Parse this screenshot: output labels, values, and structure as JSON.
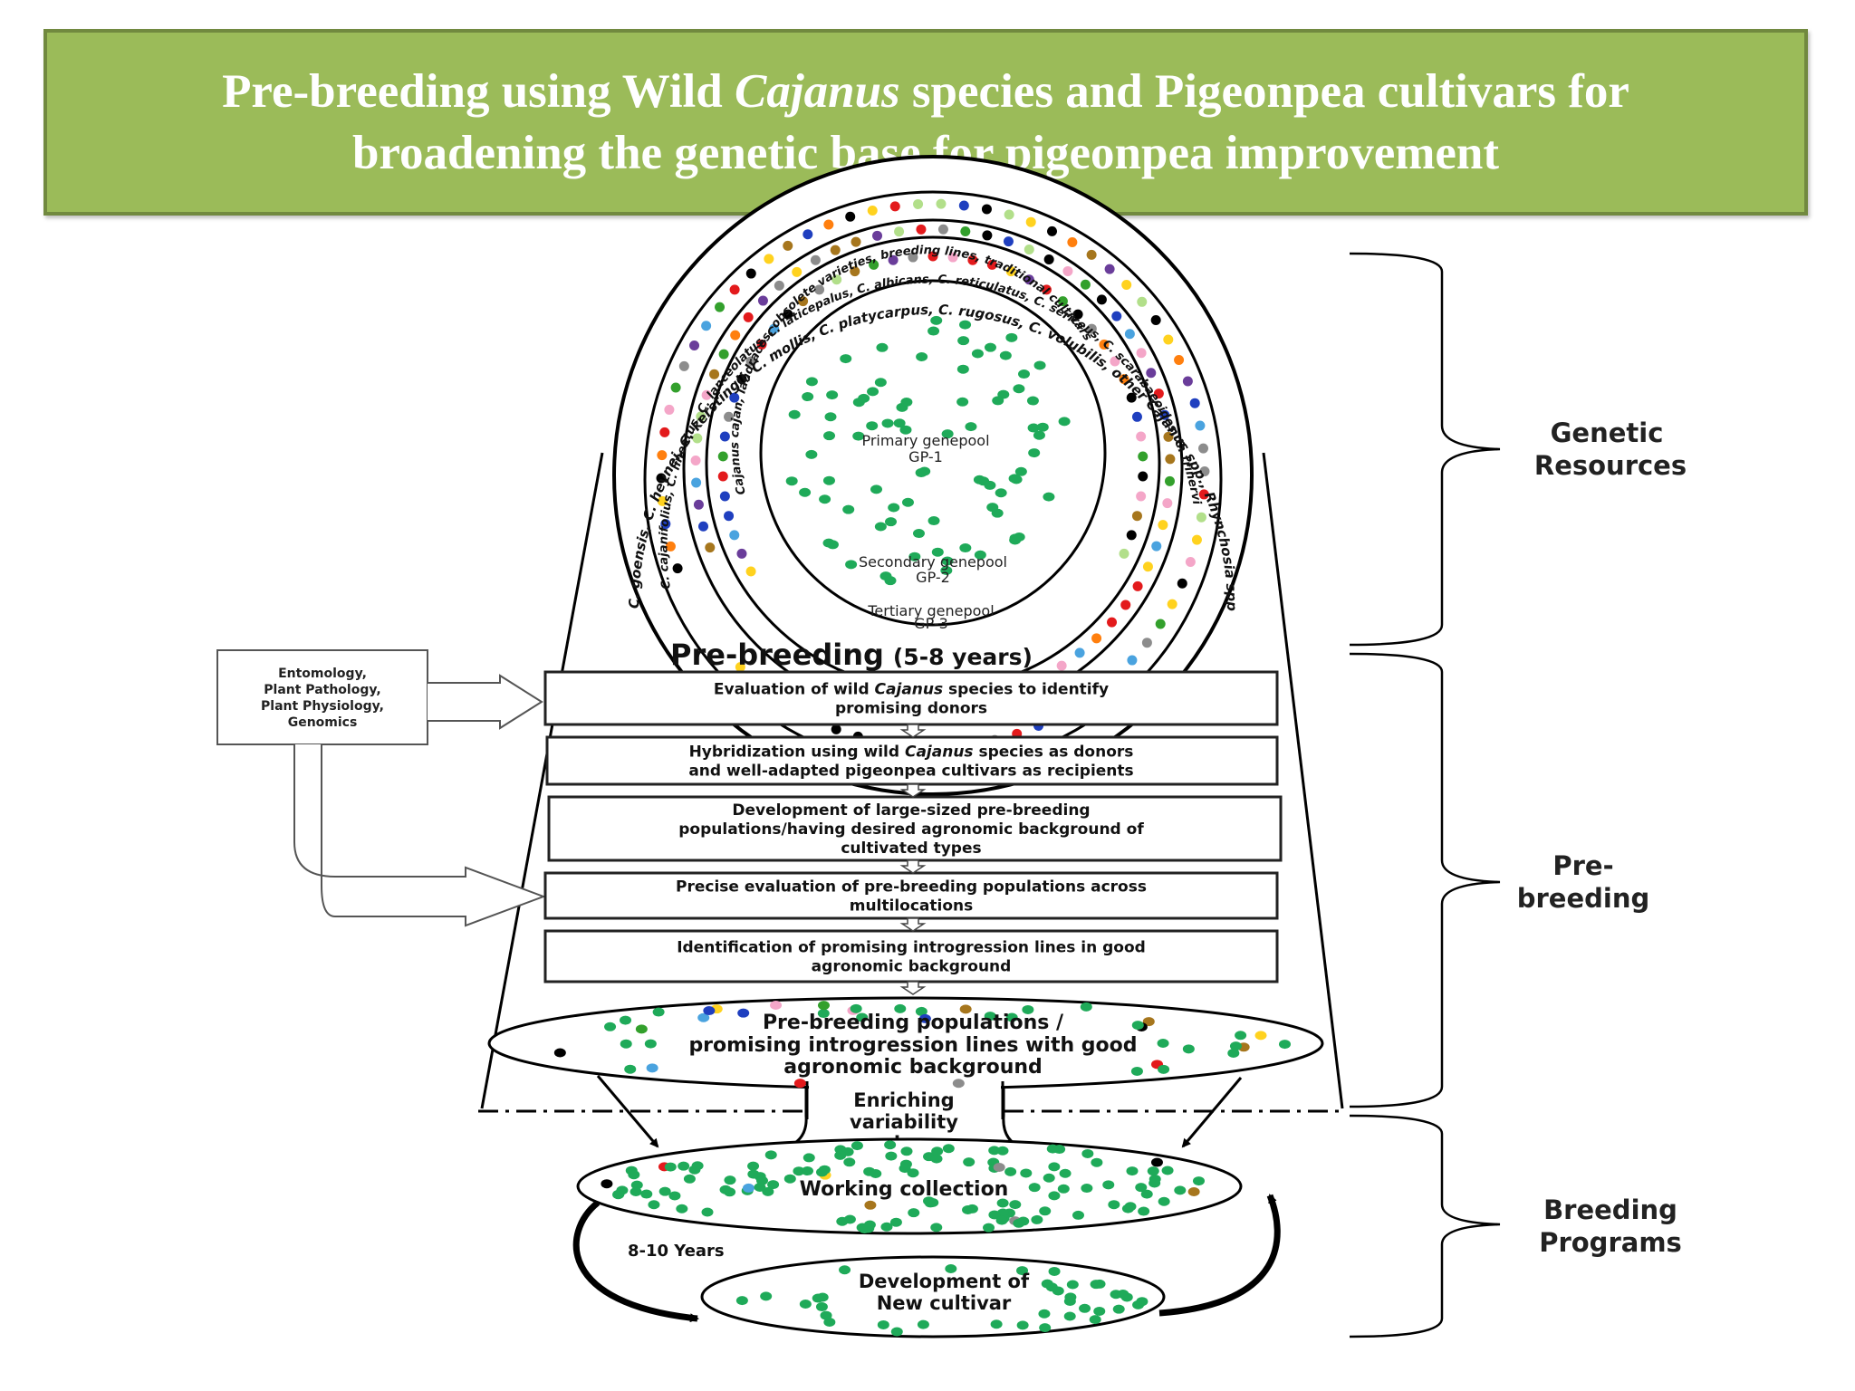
{
  "header": {
    "title_part1": "Pre-breeding using Wild ",
    "title_italic": "Cajanus",
    "title_part2": " species and Pigeonpea cultivars for",
    "title_line2": "broadening the genetic base for pigeonpea improvement"
  },
  "genepool": {
    "outer_ring_text": "C. goensis, C. heynei, C. kerstingii, C. mollis, C. platycarpus, C. rugosus, C. volubilis, other Cajanus spp., Rhynchosia spp., Dunbaria spp. and Eriosema spp.",
    "middle_ring_text": "C. cajanifolius, C. lineatus, C. lanceolatus, C. laticepalus, C. albicans, C. reticulatus, C. sericeus, C. scarabaeoides, C. trinervius, C. acutifolius",
    "inner_ring_text": "Cajanus cajan, landraces, obsolete varieties, breeding lines, traditional cultivars",
    "primary_label": "Primary genepool",
    "primary_code": "GP-1",
    "secondary_label": "Secondary genepool",
    "secondary_code": "GP-2",
    "tertiary_label": "Tertiary genepool",
    "tertiary_code": "GP-3"
  },
  "prebreeding": {
    "heading": "Pre-breeding",
    "duration": "(5-8 years)",
    "disciplines": [
      "Entomology,",
      "Plant Pathology,",
      "Plant Physiology,",
      "Genomics"
    ],
    "steps": [
      {
        "lines": [
          [
            "Evaluation of wild ",
            "Cajanus",
            " species to identify"
          ],
          [
            "promising donors"
          ]
        ]
      },
      {
        "lines": [
          [
            "Hybridization using wild ",
            "Cajanus",
            " species as donors"
          ],
          [
            "and well-adapted pigeonpea cultivars as recipients"
          ]
        ]
      },
      {
        "lines": [
          [
            "Development of large-sized pre-breeding"
          ],
          [
            "populations/having desired agronomic background of"
          ],
          [
            "cultivated types"
          ]
        ]
      },
      {
        "lines": [
          [
            "Precise evaluation of pre-breeding populations across"
          ],
          [
            "multilocations"
          ]
        ]
      },
      {
        "lines": [
          [
            "Identification of promising introgression lines in good"
          ],
          [
            "agronomic background"
          ]
        ]
      }
    ],
    "populations_lines": [
      "Pre-breeding populations /",
      "promising introgression lines with good",
      "agronomic background"
    ],
    "enriching_lines": [
      "Enriching",
      "variability",
      "in"
    ]
  },
  "breeding": {
    "working_collection": "Working collection",
    "years": "8-10 Years",
    "new_cultivar_lines": [
      "Development of",
      "New cultivar"
    ]
  },
  "brackets": {
    "genetic_resources": [
      "Genetic",
      "Resources"
    ],
    "pre_breeding": [
      "Pre-",
      "breeding"
    ],
    "breeding_programs": [
      "Breeding",
      "Programs"
    ]
  },
  "colors": {
    "banner": "#9bbb59",
    "banner_border": "#71893f",
    "dot_green": "#1faa59",
    "dot_palette": [
      "#e31a1c",
      "#1f3fbf",
      "#ffd21f",
      "#6a3d9a",
      "#8c8c8c",
      "#000000",
      "#ff7f0e",
      "#33a02c",
      "#a6761d",
      "#4aa3df",
      "#f4a6c8",
      "#b2df8a"
    ]
  }
}
